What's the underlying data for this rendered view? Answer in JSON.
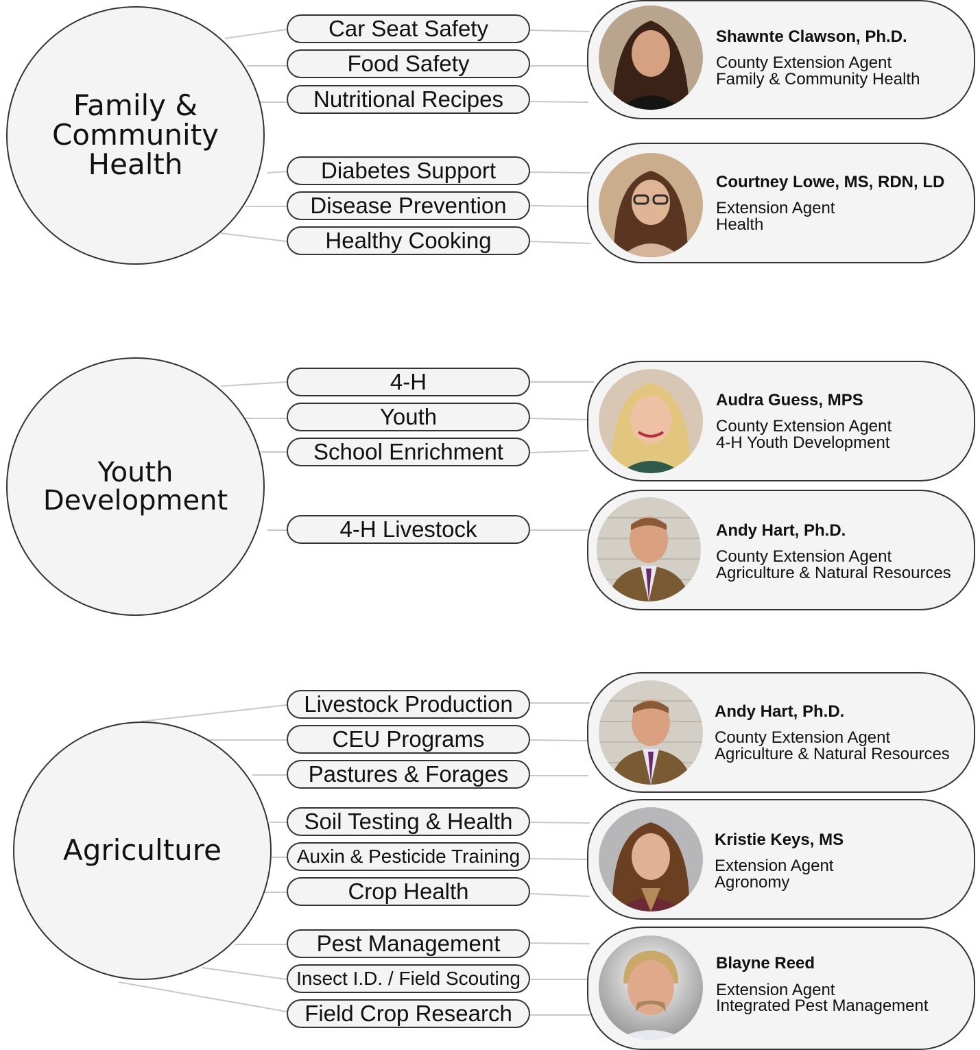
{
  "areas": [
    {
      "name": "Family &\nCommunity\nHealth",
      "topics": [
        "Car Seat Safety",
        "Food Safety",
        "Nutritional Recipes",
        "Diabetes Support",
        "Disease Prevention",
        "Healthy Cooking"
      ],
      "agents": [
        {
          "name": "Shawnte Clawson, Ph.D.",
          "title_line1": "County Extension Agent",
          "title_line2": "Family & Community Health",
          "photo": "woman-dark-hair-portrait"
        },
        {
          "name": "Courtney Lowe, MS, RDN, LD",
          "title_line1": "Extension Agent",
          "title_line2": "Health",
          "photo": "woman-glasses-portrait"
        }
      ]
    },
    {
      "name": "Youth\nDevelopment",
      "topics": [
        "4-H",
        "Youth",
        "School Enrichment",
        "4-H Livestock"
      ],
      "agents": [
        {
          "name": "Audra Guess, MPS",
          "title_line1": "County Extension Agent",
          "title_line2": "4-H Youth Development",
          "photo": "woman-blonde-portrait"
        },
        {
          "name": "Andy Hart, Ph.D.",
          "title_line1": "County Extension Agent",
          "title_line2": "Agriculture & Natural Resources",
          "photo": "man-suit-portrait"
        }
      ]
    },
    {
      "name": "Agriculture",
      "topics": [
        "Livestock Production",
        "CEU Programs",
        "Pastures & Forages",
        "Soil Testing & Health",
        "Auxin & Pesticide Training",
        "Crop Health",
        "Pest Management",
        "Insect I.D. / Field Scouting",
        "Field Crop Research"
      ],
      "agents": [
        {
          "name": "Andy Hart, Ph.D.",
          "title_line1": "County Extension Agent",
          "title_line2": "Agriculture & Natural Resources",
          "photo": "man-suit-portrait"
        },
        {
          "name": "Kristie Keys, MS",
          "title_line1": "Extension Agent",
          "title_line2": "Agronomy",
          "photo": "woman-curly-hair-portrait"
        },
        {
          "name": "Blayne Reed",
          "title_line1": "Extension Agent",
          "title_line2": "Integrated Pest Management",
          "photo": "man-mustache-portrait"
        }
      ]
    }
  ],
  "colors": {
    "outline": "#333333",
    "fill": "#f4f4f4",
    "connector": "#c8c8c8",
    "text": "#111111"
  }
}
